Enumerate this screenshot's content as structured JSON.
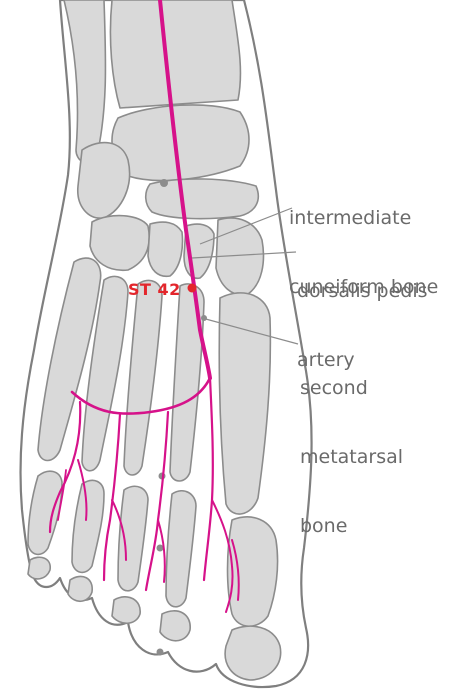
{
  "labels": {
    "intermediate_cuneiform": [
      "intermediate",
      "cuneiform bone"
    ],
    "dorsalis_pedis": [
      "dorsalis pedis",
      "artery"
    ],
    "second_metatarsal": [
      "second",
      "metatarsal",
      "bone"
    ],
    "acupoint": "ST 42"
  },
  "colors": {
    "bone_fill": "#d9d9d9",
    "bone_outline": "#8c8c8c",
    "skin_outline": "#7f7f7f",
    "artery": "#d6128a",
    "acupoint": "#e3262c",
    "leader_line": "#8c8c8c",
    "label_text": "#6a6a6a"
  }
}
